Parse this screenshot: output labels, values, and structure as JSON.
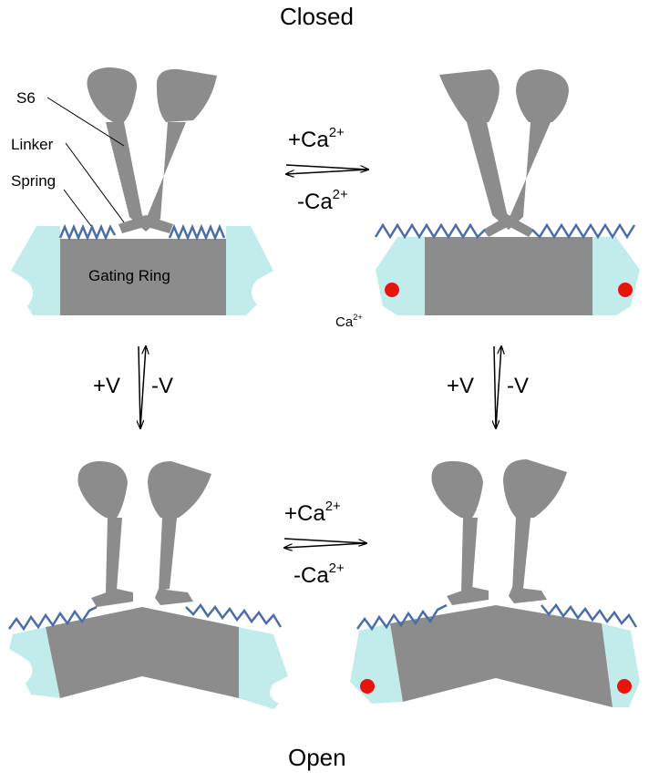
{
  "title_closed": "Closed",
  "title_open": "Open",
  "labels": {
    "s6": "S6",
    "linker": "Linker",
    "spring": "Spring",
    "gating_ring": "Gating Ring",
    "ca_ion": "Ca",
    "ca_ion_charge": "2+"
  },
  "arrows": {
    "top_forward": "+Ca",
    "top_forward_sup": "2+",
    "top_reverse": "-Ca",
    "top_reverse_sup": "2+",
    "bottom_forward": "+Ca",
    "bottom_forward_sup": "2+",
    "bottom_reverse": "-Ca",
    "bottom_reverse_sup": "2+",
    "left_plus": "+V",
    "left_minus": "-V",
    "right_plus": "+V",
    "right_minus": "-V"
  },
  "colors": {
    "protein_gray": "#8c8c8c",
    "domain_cyan": "#c2ecec",
    "spring_blue": "#4a6ea8",
    "calcium_red": "#e8150f"
  }
}
